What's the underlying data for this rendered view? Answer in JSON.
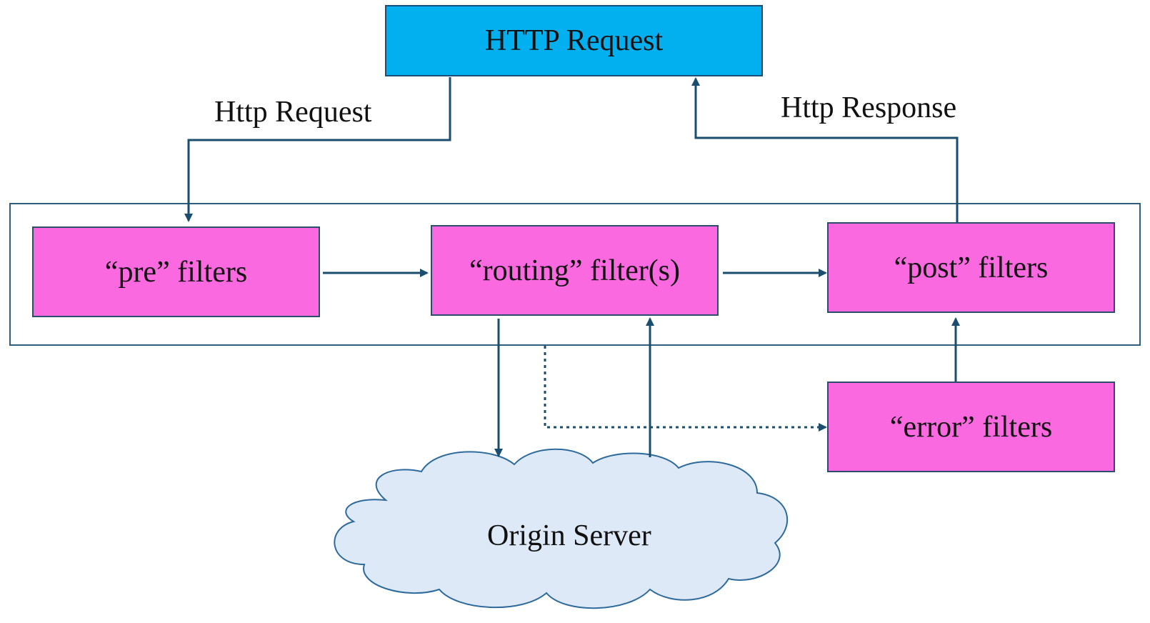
{
  "top_box": {
    "label": "HTTP Request"
  },
  "edge_labels": {
    "request": "Http Request",
    "response": "Http Response"
  },
  "filters": {
    "pre": "“pre” filters",
    "routing": "“routing” filter(s)",
    "post": "“post” filters",
    "error": "“error” filters"
  },
  "origin": {
    "label": "Origin Server"
  },
  "colors": {
    "http_box": "#02b0ef",
    "filter_box": "#fb69e0",
    "cloud": "#dde9f6",
    "arrow": "#1b4d6e"
  }
}
